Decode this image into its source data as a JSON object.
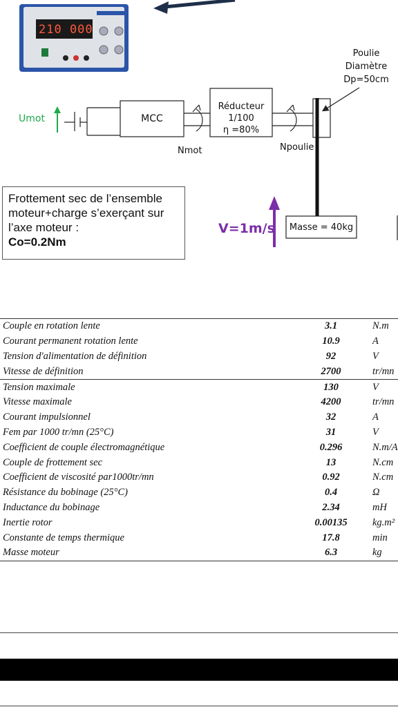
{
  "diagram": {
    "umot_label": "Umot",
    "mcc_label": "MCC",
    "reducer_title": "Réducteur",
    "reducer_ratio": "1/100",
    "reducer_efficiency": "η =80%",
    "nmot_label": "Nmot",
    "npoulie_label": "Npoulie",
    "pulley_line1": "Poulie",
    "pulley_line2": "Diamètre",
    "pulley_line3": "Dp=50cm",
    "speed_label": "V=1m/s",
    "mass_label": "Masse = 40kg",
    "psu_display": "210 000",
    "colors": {
      "umot": "#1faa4a",
      "speed": "#7b2fa8",
      "psu_body": "#2b55a8"
    }
  },
  "friction": {
    "line1": "Frottement sec de l’ensemble",
    "line2": "moteur+charge s’exerçant sur",
    "line3": "l’axe moteur :",
    "value": "Co=0.2Nm"
  },
  "specs": [
    {
      "name": "Couple en rotation lente",
      "value": "3.1",
      "unit": "N.m"
    },
    {
      "name": "Courant permanent rotation lente",
      "value": "10.9",
      "unit": "A"
    },
    {
      "name": "Tension d'alimentation  de définition",
      "value": "92",
      "unit": "V"
    },
    {
      "name": "Vitesse de définition",
      "value": "2700",
      "unit": "tr/mn"
    },
    {
      "name": "Tension maximale",
      "value": "130",
      "unit": "V"
    },
    {
      "name": "Vitesse maximale",
      "value": "4200",
      "unit": "tr/mn"
    },
    {
      "name": "Courant impulsionnel",
      "value": "32",
      "unit": "A"
    },
    {
      "name": "Fem par 1000 tr/mn (25°C)",
      "value": "31",
      "unit": "V"
    },
    {
      "name": "Coefficient de couple électromagnétique",
      "value": "0.296",
      "unit": "N.m/A"
    },
    {
      "name": "Couple de frottement sec",
      "value": "13",
      "unit": "N.cm"
    },
    {
      "name": "Coefficient de viscosité par1000tr/mn",
      "value": "0.92",
      "unit": "N.cm"
    },
    {
      "name": "Résistance du bobinage (25°C)",
      "value": "0.4",
      "unit": "Ω"
    },
    {
      "name": "Inductance du bobinage",
      "value": "2.34",
      "unit": "mH"
    },
    {
      "name": "Inertie rotor",
      "value": "0.00135",
      "unit": "kg.m²"
    },
    {
      "name": "Constante de temps thermique",
      "value": "17.8",
      "unit": "min"
    },
    {
      "name": "Masse moteur",
      "value": "6.3",
      "unit": "kg"
    }
  ]
}
